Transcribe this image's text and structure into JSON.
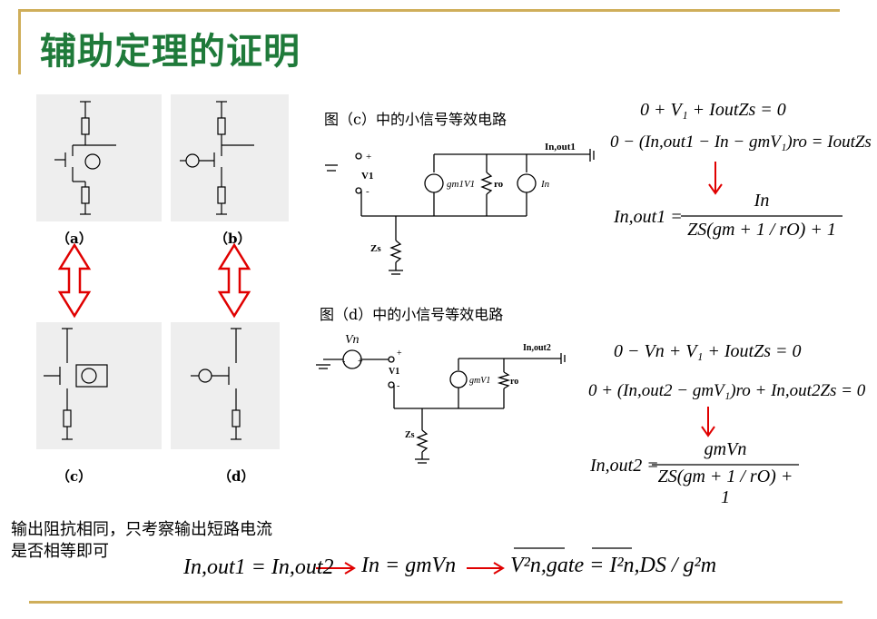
{
  "title": "辅助定理的证明",
  "captions": {
    "a": "（a）",
    "b": "（b）",
    "c": "（c）",
    "d": "（d）"
  },
  "labels": {
    "c_circuit": "图（c）中的小信号等效电路",
    "d_circuit": "图（d）中的小信号等效电路"
  },
  "equations": {
    "c1": "0 + V₁ + IoutZs = 0",
    "c2": "0 − (In,out1 − In − gmV₁)ro = IoutZs",
    "c3_lhs": "In,out1 =",
    "c3_num": "In",
    "c3_den": "ZS(gm + 1 / rO) + 1",
    "d1": "0 − Vn + V₁ + IoutZs = 0",
    "d2": "0 + (In,out2 − gmV₁)ro + In,out2Zs = 0",
    "d3_lhs": "In,out2 =",
    "d3_num": "gmVn",
    "d3_den": "ZS(gm + 1 / rO) + 1"
  },
  "note": {
    "line1": "输出阻抗相同，只考察输出短路电流",
    "line2": "是否相等即可"
  },
  "bottom_eqs": {
    "e1": "In,out1 = In,out2",
    "e2": "In = gmVn",
    "e3": "V²n,gate = I²n,DS / g²m"
  }
}
